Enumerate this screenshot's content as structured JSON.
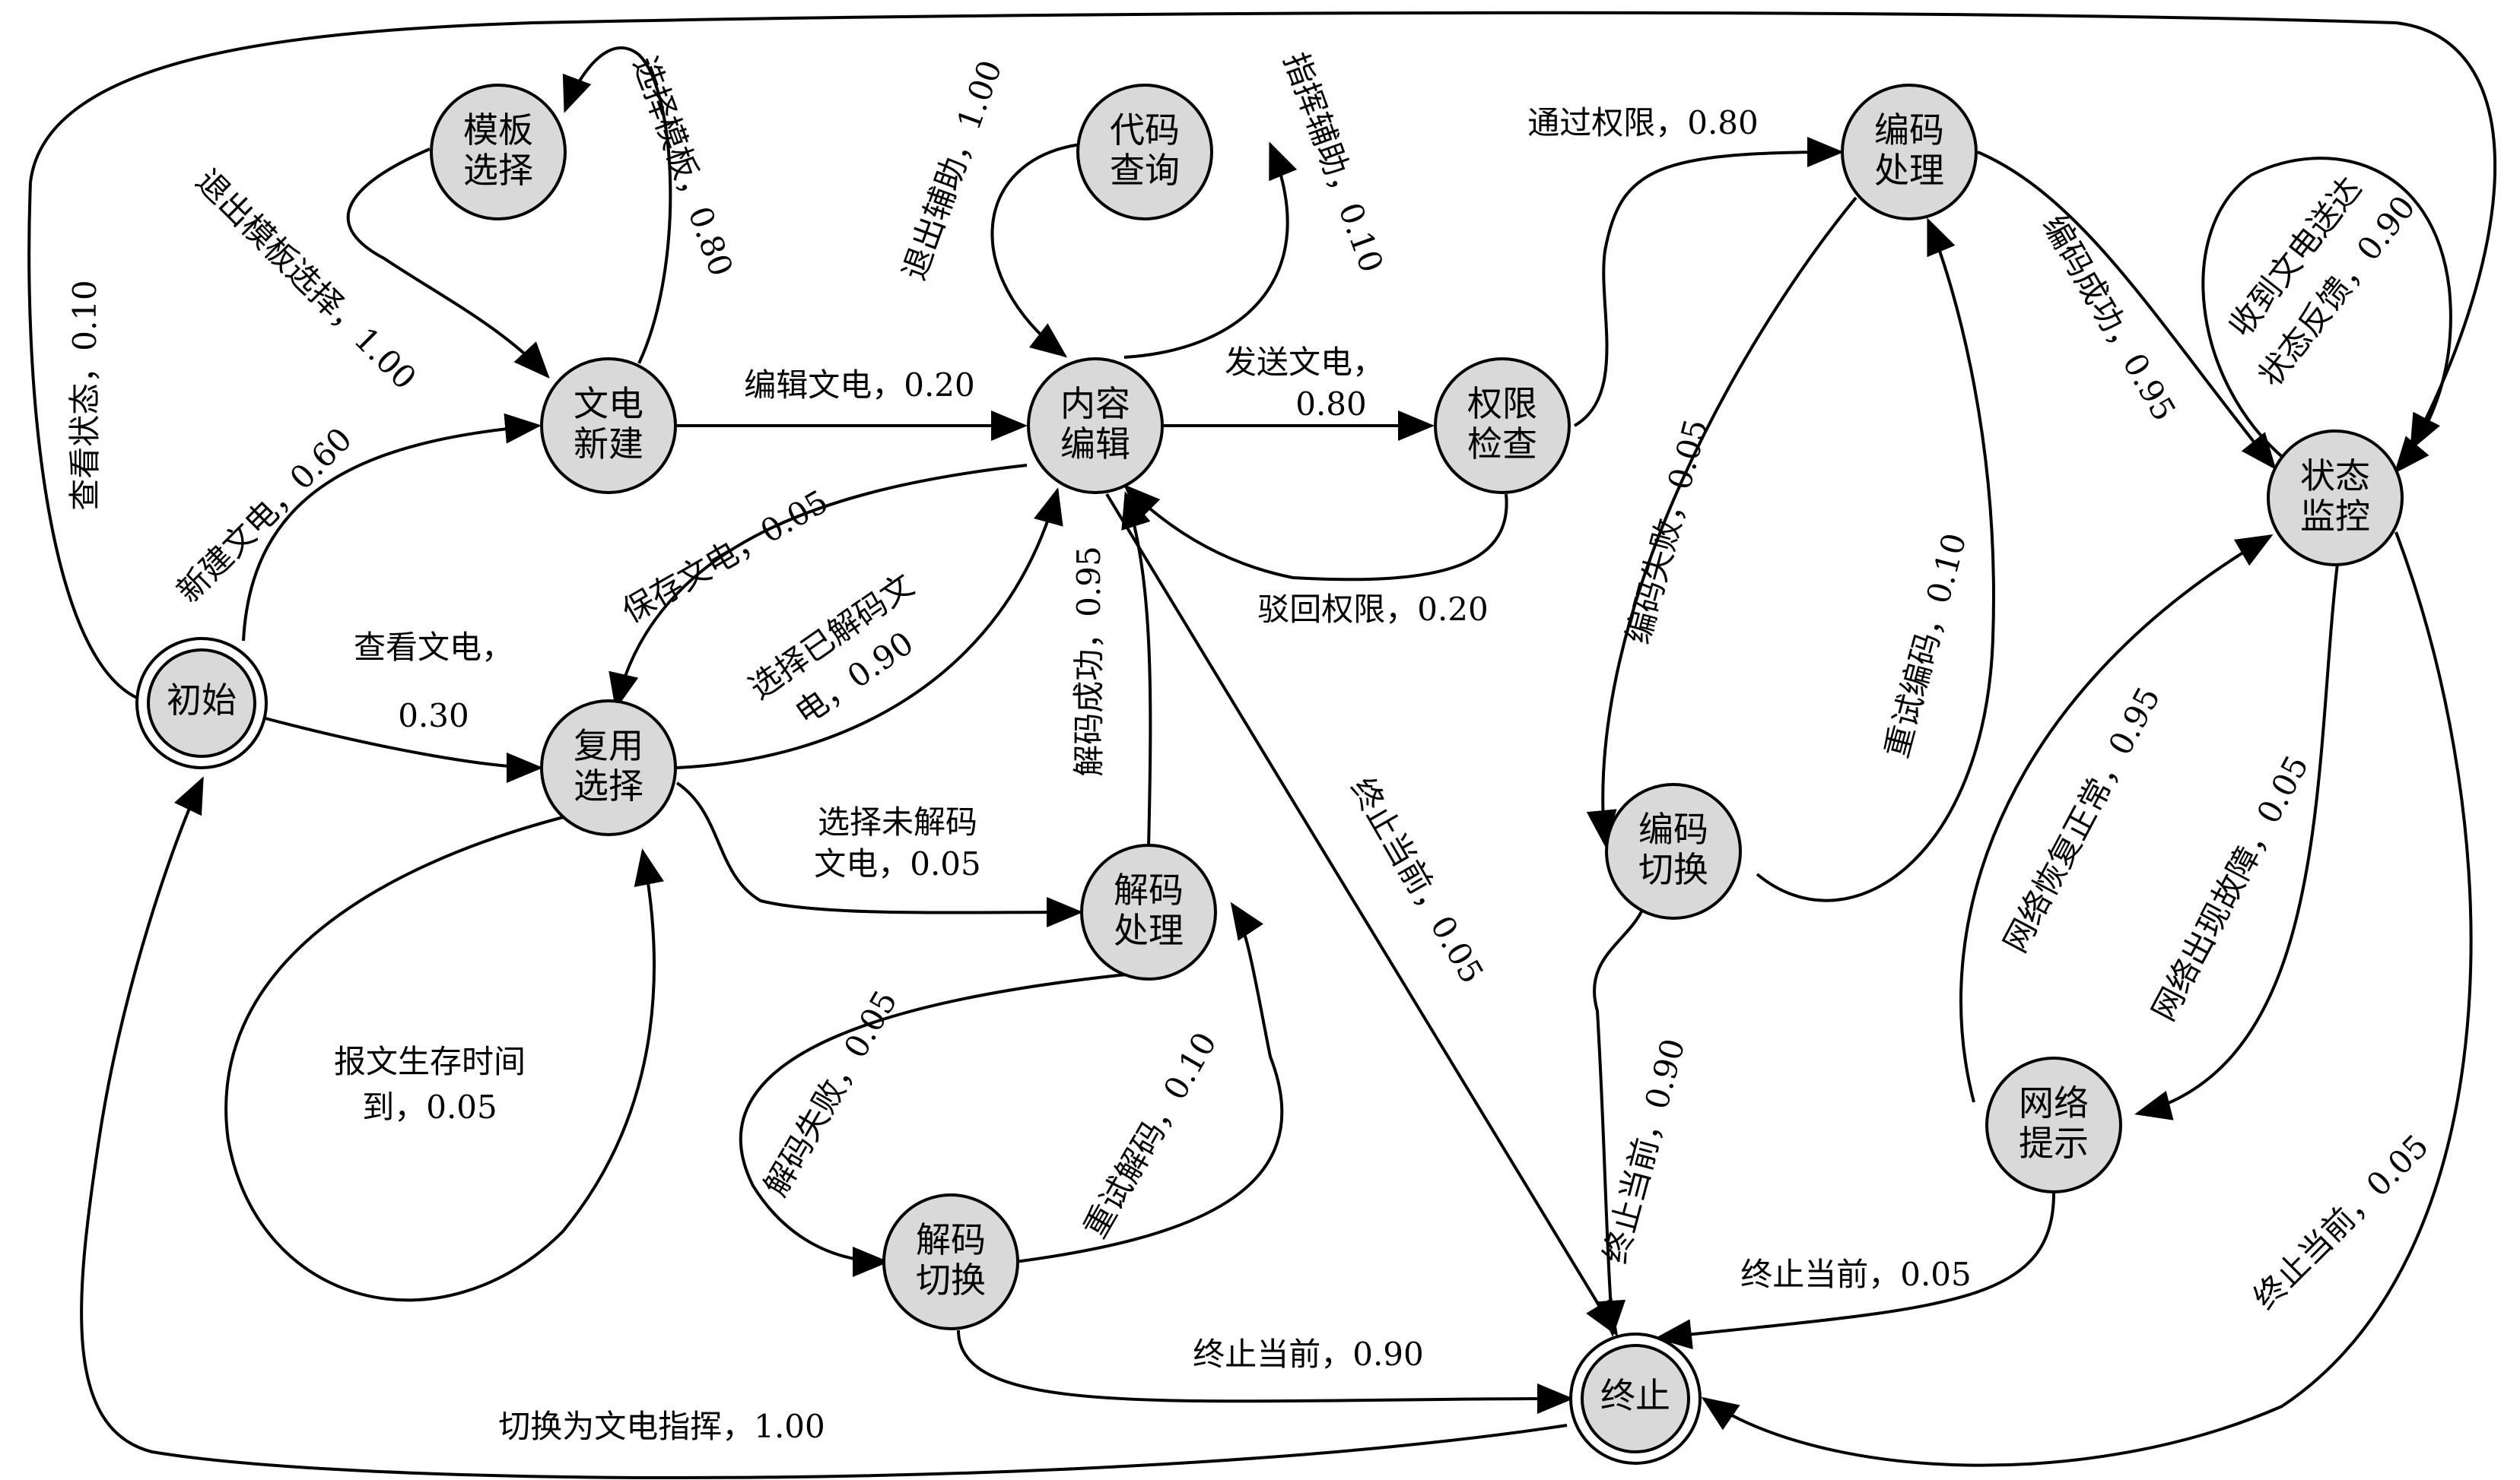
{
  "nodes": {
    "init": [
      "初始"
    ],
    "template": [
      "模板",
      "选择"
    ],
    "new_msg": [
      "文电",
      "新建"
    ],
    "reuse": [
      "复用",
      "选择"
    ],
    "code_query": [
      "代码",
      "查询"
    ],
    "content_edit": [
      "内容",
      "编辑"
    ],
    "perm_check": [
      "权限",
      "检查"
    ],
    "decode_proc": [
      "解码",
      "处理"
    ],
    "decode_switch": [
      "解码",
      "切换"
    ],
    "encode_proc": [
      "编码",
      "处理"
    ],
    "encode_switch": [
      "编码",
      "切换"
    ],
    "status_monitor": [
      "状态",
      "监控"
    ],
    "network_hint": [
      "网络",
      "提示"
    ],
    "terminate": [
      "终止"
    ]
  },
  "edges": {
    "init_new": [
      "新建文电，0.60"
    ],
    "init_reuse": [
      "查看文电，",
      "0.30"
    ],
    "init_status": [
      "查看状态，0.10"
    ],
    "template_new": [
      "退出模板选择，1.00"
    ],
    "new_template": [
      "选择模板，0.80"
    ],
    "new_edit": [
      "编辑文电，0.20"
    ],
    "edit_reuse": [
      "保存文电，0.05"
    ],
    "reuse_edit": [
      "选择已解码文",
      "电，0.90"
    ],
    "reuse_decode": [
      "选择未解码",
      "文电，0.05"
    ],
    "reuse_init": [
      "报文生存时间",
      "到，0.05"
    ],
    "edit_query": [
      "指挥辅助，0.10"
    ],
    "query_edit": [
      "退出辅助，1.00"
    ],
    "edit_perm": [
      "发送文电，",
      "0.80"
    ],
    "perm_edit": [
      "驳回权限，0.20"
    ],
    "decode_edit": [
      "解码成功，0.95"
    ],
    "decode_switch": [
      "解码失败，0.05"
    ],
    "switch_decode": [
      "重试解码，0.10"
    ],
    "dswitch_term": [
      "终止当前，0.90"
    ],
    "edit_term": [
      "终止当前，0.05"
    ],
    "perm_encode": [
      "通过权限，0.80"
    ],
    "encode_switch": [
      "编码失败，0.05"
    ],
    "eswitch_encode": [
      "重试编码，0.10"
    ],
    "eswitch_term": [
      "终止当前，0.90"
    ],
    "encode_status": [
      "编码成功，0.95"
    ],
    "status_self": [
      "收到文电送达",
      "状态反馈，0.90"
    ],
    "status_net": [
      "网络出现故障，0.05"
    ],
    "net_status": [
      "网络恢复正常，0.95"
    ],
    "net_term": [
      "终止当前，0.05"
    ],
    "status_term": [
      "终止当前，0.05"
    ],
    "term_init": [
      "切换为文电指挥，1.00"
    ]
  }
}
